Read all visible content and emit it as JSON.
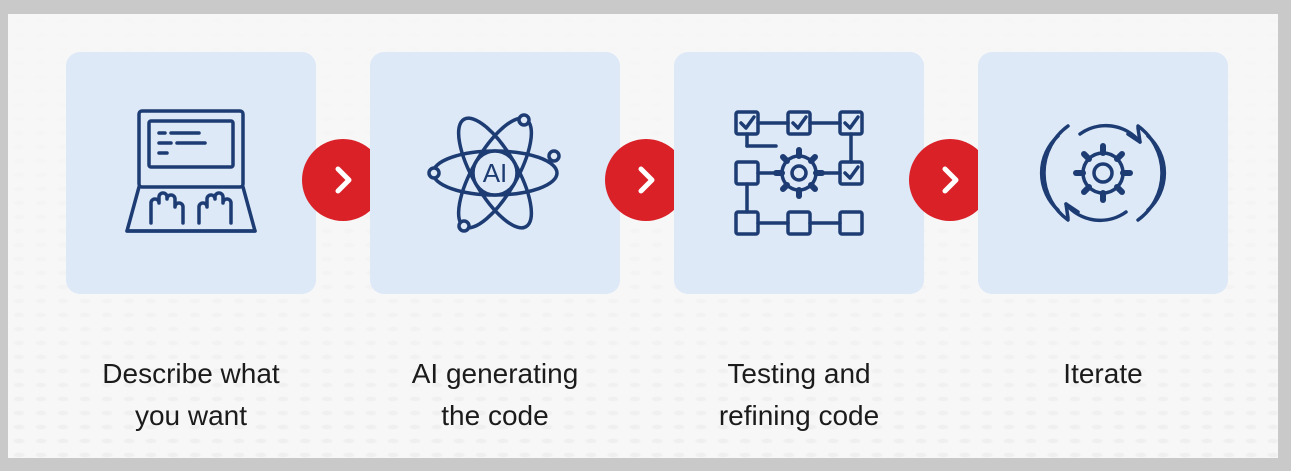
{
  "steps": [
    {
      "label": "Describe what\nyou want",
      "icon": "laptop-typing-icon"
    },
    {
      "label": "AI generating\nthe code",
      "icon": "ai-atom-icon",
      "icon_text": "AI"
    },
    {
      "label": "Testing and\nrefining code",
      "icon": "testing-flowchart-icon"
    },
    {
      "label": "Iterate",
      "icon": "iterate-cycle-icon"
    }
  ],
  "arrow_icon": "chevron-right-icon",
  "colors": {
    "card_bg": "#dde9f7",
    "icon_stroke": "#1d3c73",
    "arrow_bg": "#d92127",
    "arrow_glyph": "#ffffff",
    "text": "#1b1b1b"
  }
}
